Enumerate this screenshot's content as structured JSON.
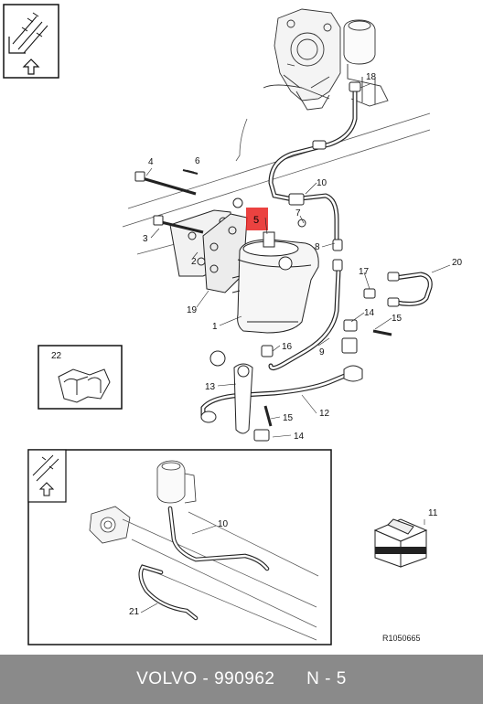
{
  "callouts": {
    "c1": "1",
    "c2": "2",
    "c3": "3",
    "c4": "4",
    "c5": "5",
    "c6": "6",
    "c7": "7",
    "c8": "8",
    "c9": "9",
    "c10": "10",
    "c11": "11",
    "c12": "12",
    "c13": "13",
    "c14a": "14",
    "c14b": "14",
    "c15a": "15",
    "c15b": "15",
    "c16": "16",
    "c17": "17",
    "c18": "18",
    "c19": "19",
    "c20": "20",
    "c21": "21",
    "c22": "22",
    "c10b": "10"
  },
  "diagram_ref": "R1050665",
  "footer": {
    "brand": "VOLVO",
    "part_number": "990962",
    "position": "N - 5"
  },
  "colors": {
    "highlight": "#e8211f",
    "footer_bg": "#8a8a8a"
  }
}
